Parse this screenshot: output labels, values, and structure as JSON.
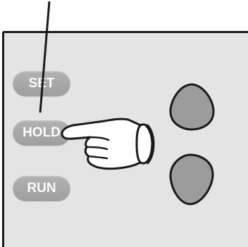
{
  "buttons": {
    "set_label": "SET",
    "hold_label": "HOLD",
    "run_label": "RUN"
  },
  "colors": {
    "panel": "#e4e4e4",
    "button": "#a8a8a8",
    "arrow_button": "#9c9c9c",
    "outline": "#1a1a1a",
    "hand_fill": "#ffffff"
  },
  "icons": {
    "up": "up-arrow-button-icon",
    "down": "down-arrow-button-icon",
    "hand": "pointing-hand-icon"
  }
}
